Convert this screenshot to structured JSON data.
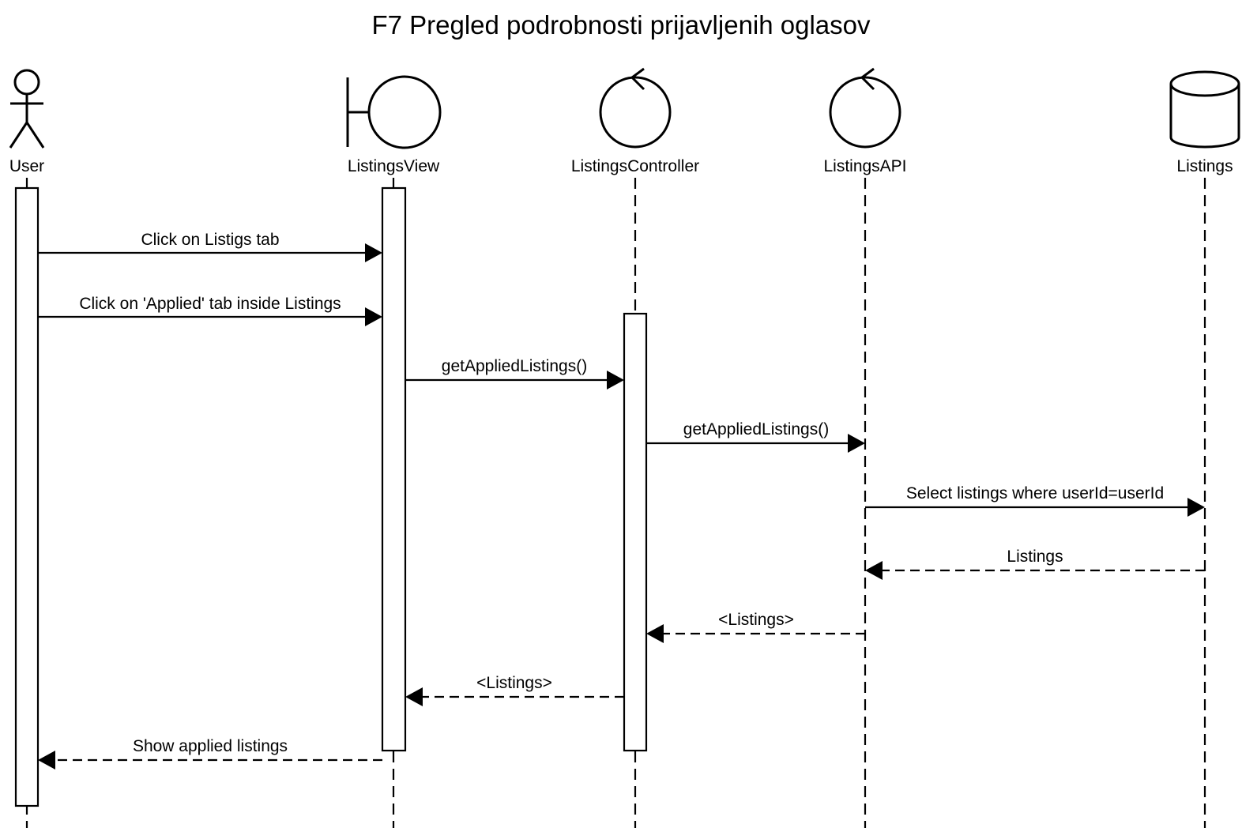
{
  "title": "F7 Pregled podrobnosti prijavljenih oglasov",
  "participants": [
    {
      "id": "user",
      "label": "User",
      "kind": "actor"
    },
    {
      "id": "view",
      "label": "ListingsView",
      "kind": "boundary"
    },
    {
      "id": "controller",
      "label": "ListingsController",
      "kind": "control"
    },
    {
      "id": "api",
      "label": "ListingsAPI",
      "kind": "control"
    },
    {
      "id": "db",
      "label": "Listings",
      "kind": "database"
    }
  ],
  "messages": [
    {
      "from": "user",
      "to": "view",
      "label": "Click on Listigs tab",
      "type": "sync"
    },
    {
      "from": "user",
      "to": "view",
      "label": "Click on 'Applied' tab inside Listings",
      "type": "sync"
    },
    {
      "from": "view",
      "to": "controller",
      "label": "getAppliedListings()",
      "type": "sync"
    },
    {
      "from": "controller",
      "to": "api",
      "label": "getAppliedListings()",
      "type": "sync"
    },
    {
      "from": "api",
      "to": "db",
      "label": "Select listings where userId=userId",
      "type": "sync"
    },
    {
      "from": "db",
      "to": "api",
      "label": "Listings",
      "type": "return"
    },
    {
      "from": "api",
      "to": "controller",
      "label": "<Listings>",
      "type": "return"
    },
    {
      "from": "controller",
      "to": "view",
      "label": "<Listings>",
      "type": "return"
    },
    {
      "from": "view",
      "to": "user",
      "label": "Show applied listings",
      "type": "return"
    }
  ]
}
